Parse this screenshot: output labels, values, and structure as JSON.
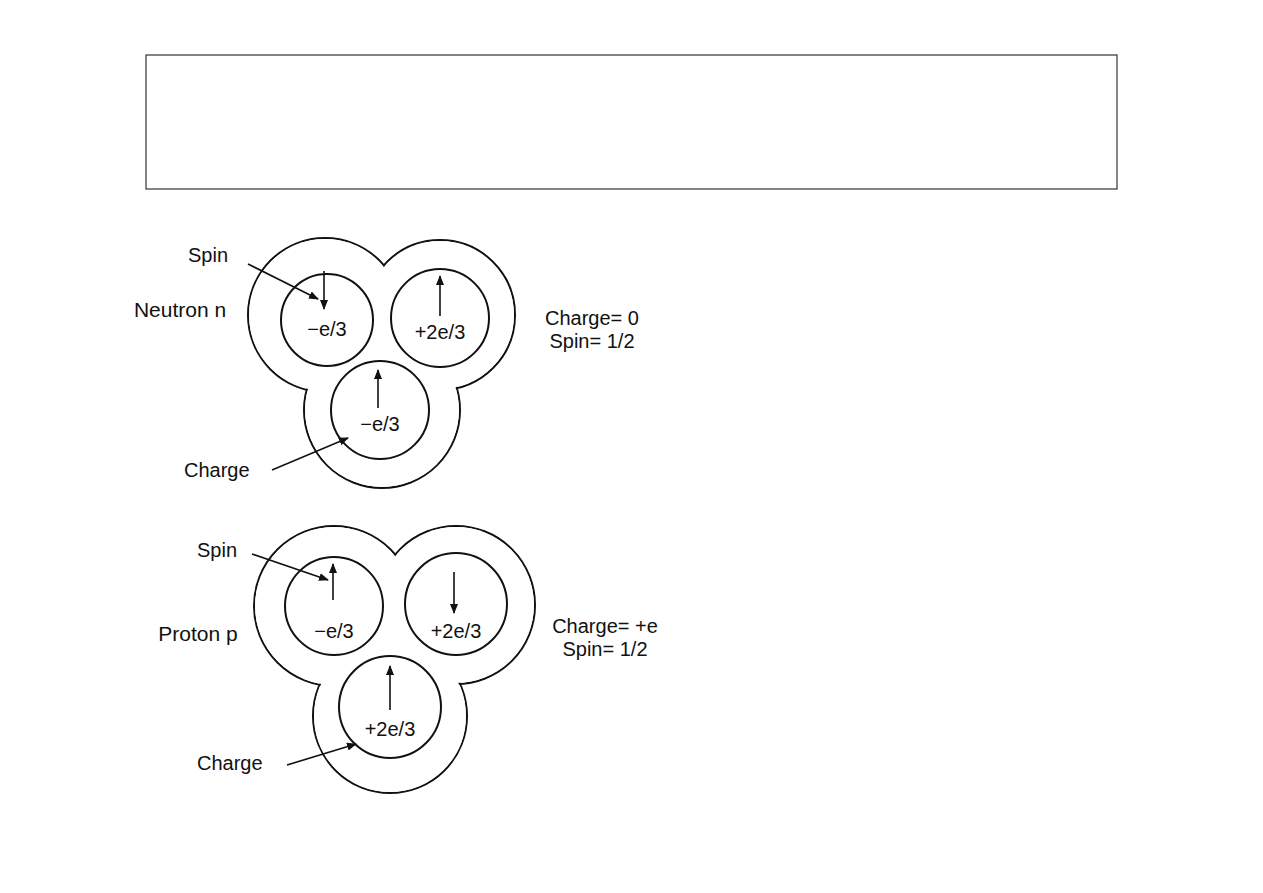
{
  "diagram": {
    "nodes": [
      {
        "text": [
          "Neutron n",
          "Charge= 0 Spin= 1/2"
        ]
      },
      {
        "text": [
          "−e/3"
        ],
        "in": 0
      },
      {
        "text": [
          "+2e/3"
        ],
        "in": 0
      },
      {
        "text": [
          "−e/3"
        ],
        "in": 0
      },
      {
        "text": [
          "Proton p",
          "Charge= +e Spin= 1/2"
        ]
      },
      {
        "text": [
          "−e/3"
        ],
        "in": 4
      },
      {
        "text": [
          "+2e/3"
        ],
        "in": 4
      },
      {
        "text": [
          "+2e/3"
        ],
        "in": 4
      }
    ],
    "labels": [
      "Spin",
      "Charge",
      "Spin",
      "Charge"
    ]
  }
}
